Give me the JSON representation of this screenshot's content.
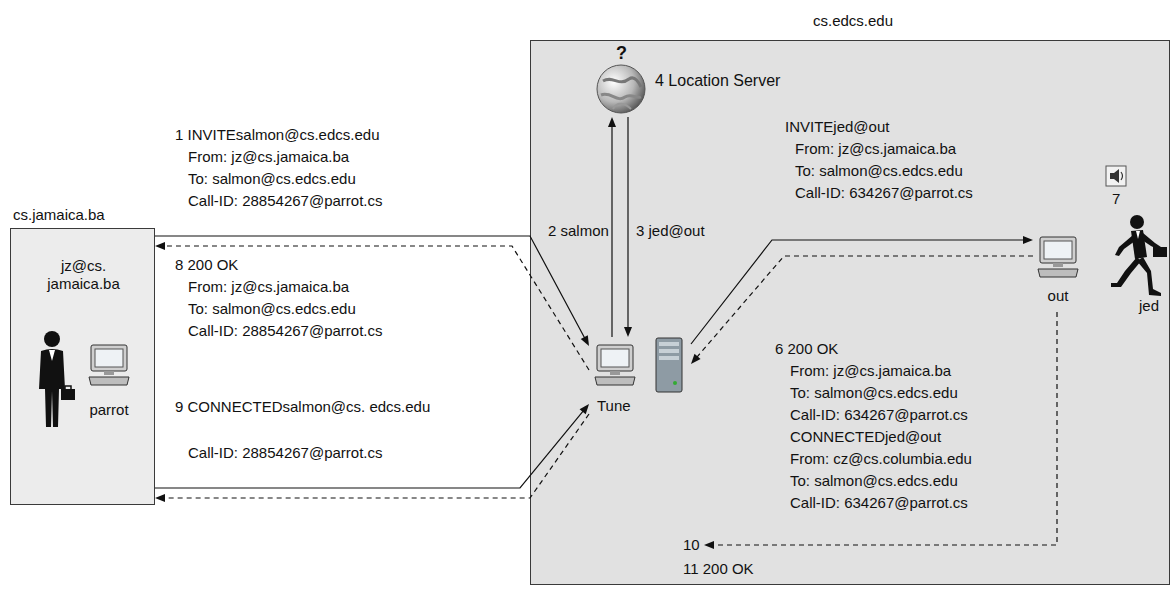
{
  "diagram": {
    "nodes": [
      {
        "text": [
          "cs.jamaica.ba",
          "jz@cs. jamaica.ba"
        ]
      },
      {
        "text": [
          "parrot"
        ],
        "in": 0
      },
      {
        "text": [
          "cs.edcs.edu"
        ]
      },
      {
        "text": [
          "?",
          "4 Location Server"
        ],
        "in": 2
      },
      {
        "text": [
          "Tune"
        ],
        "in": 2
      },
      {
        "text": [
          "out"
        ],
        "in": 2
      },
      {
        "text": [
          "jed"
        ],
        "in": 2
      }
    ],
    "edges": [
      {
        "from": 0,
        "to": 4,
        "arrow": "to"
      },
      {
        "from": 4,
        "to": 0,
        "arrow": "to"
      },
      {
        "from": 0,
        "to": 4,
        "arrow": "to"
      },
      {
        "from": 4,
        "to": 0,
        "arrow": "to"
      },
      {
        "from": 4,
        "to": 3,
        "arrow": "to"
      },
      {
        "from": 3,
        "to": 4,
        "arrow": "to"
      },
      {
        "from": 4,
        "to": 5,
        "arrow": "to"
      },
      {
        "from": 5,
        "to": 4,
        "arrow": "to"
      }
    ],
    "labels": [
      "1 INVITEsalmon@cs.edcs.edu",
      "From: jz@cs.jamaica.ba",
      "To: salmon@cs.edcs.edu",
      "Call-ID: 28854267@parrot.cs",
      "8 200 OK",
      "From: jz@cs.jamaica.ba",
      "To: salmon@cs.edcs.edu",
      "Call-ID: 28854267@parrot.cs",
      "9 CONNECTEDsalmon@cs. edcs.edu",
      "Call-ID: 28854267@parrot.cs",
      "2 salmon",
      "3 jed@out",
      "INVITEjed@out",
      "From: jz@cs.jamaica.ba",
      "To: salmon@cs.edcs.edu",
      "Call-ID: 634267@parrot.cs",
      "6 200 OK",
      "From: jz@cs.jamaica.ba",
      "To: salmon@cs.edcs.edu",
      "Call-ID: 634267@parrot.cs",
      "CONNECTEDjed@out",
      "From: cz@cs.columbia.edu",
      "To: salmon@cs.edcs.edu",
      "Call-ID: 634267@parrot.cs",
      "7",
      "10",
      "11 200 OK"
    ]
  }
}
